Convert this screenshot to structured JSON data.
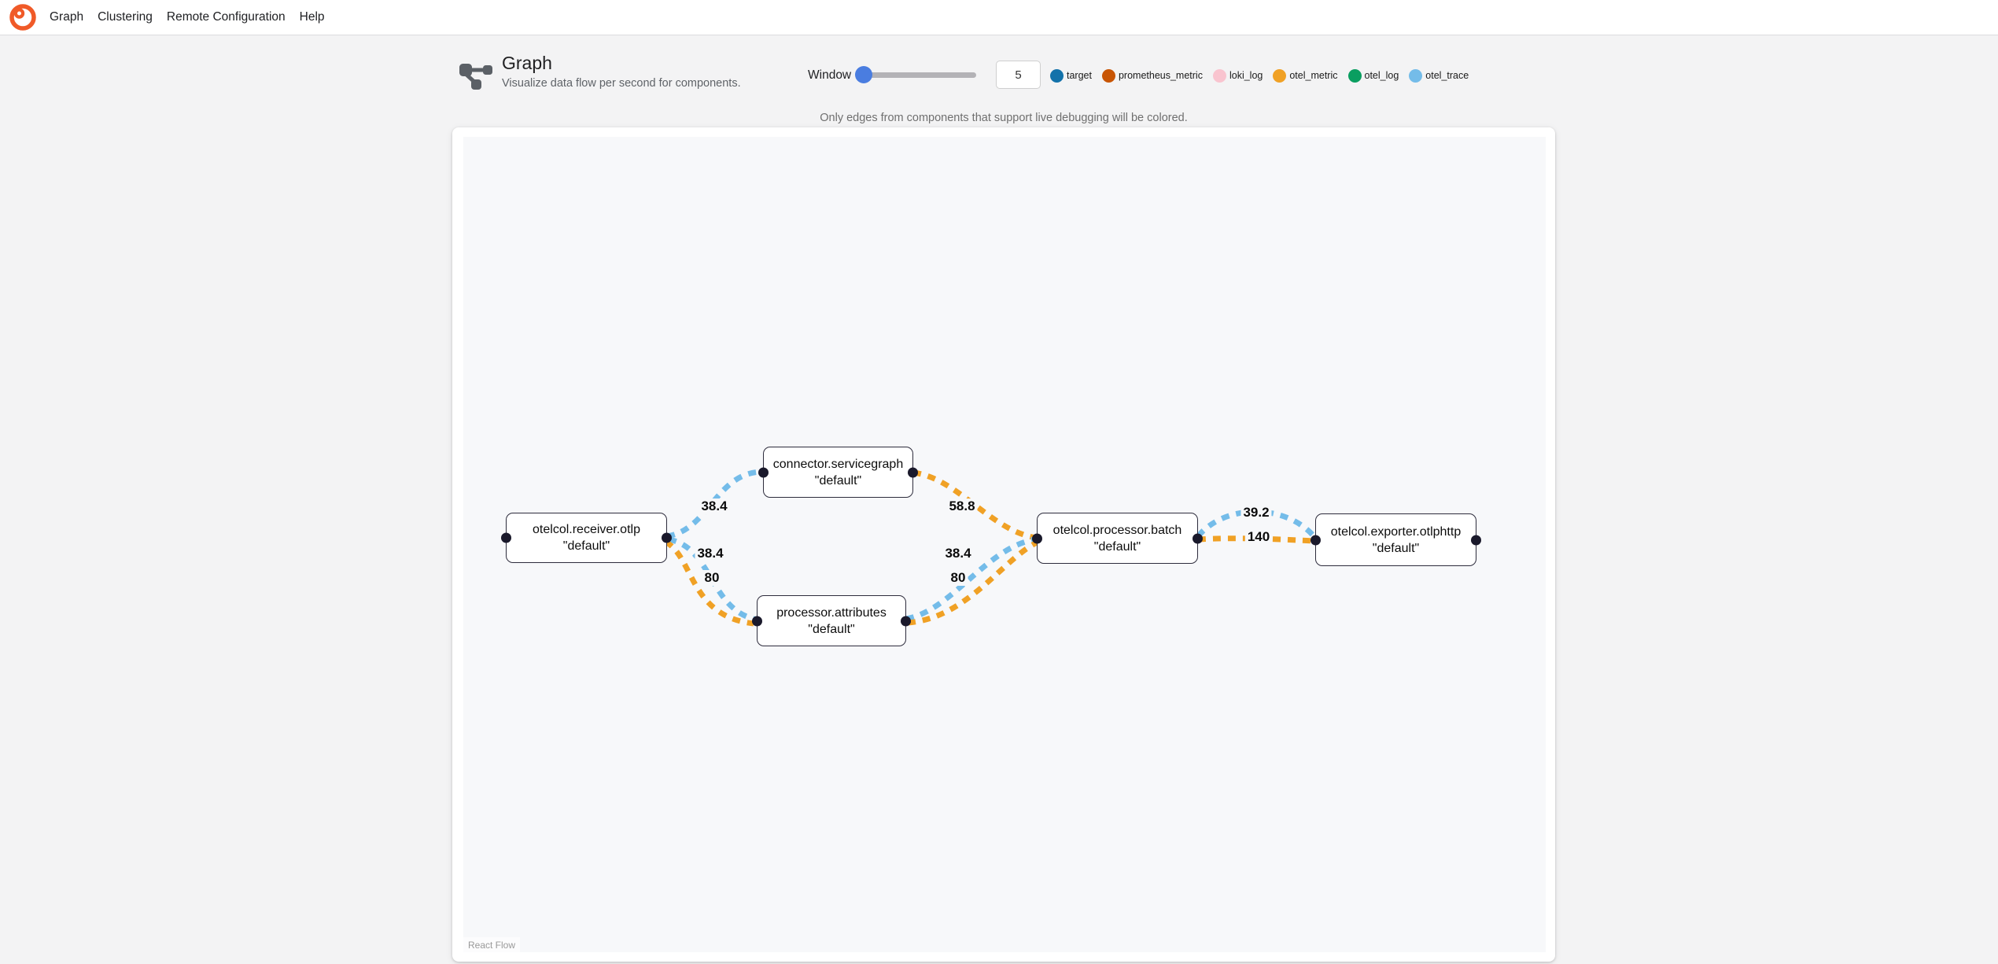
{
  "menubar": {
    "items": [
      {
        "label": "Graph"
      },
      {
        "label": "Clustering"
      },
      {
        "label": "Remote Configuration"
      },
      {
        "label": "Help"
      }
    ]
  },
  "header": {
    "title": "Graph",
    "subtitle": "Visualize data flow per second for components."
  },
  "controls": {
    "window_label": "Window",
    "window_value": "5"
  },
  "legend": {
    "items": [
      {
        "label": "target",
        "color": "#1372aa"
      },
      {
        "label": "prometheus_metric",
        "color": "#c85504"
      },
      {
        "label": "loki_log",
        "color": "#f9c4cf"
      },
      {
        "label": "otel_metric",
        "color": "#f0a125"
      },
      {
        "label": "otel_log",
        "color": "#0a9e60"
      },
      {
        "label": "otel_trace",
        "color": "#74bce9"
      }
    ]
  },
  "note": "Only edges from components that support live debugging will be colored.",
  "graph": {
    "nodes": [
      {
        "name": "otelcol.receiver.otlp",
        "instance": "\"default\""
      },
      {
        "name": "connector.servicegraph",
        "instance": "\"default\""
      },
      {
        "name": "processor.attributes",
        "instance": "\"default\""
      },
      {
        "name": "otelcol.processor.batch",
        "instance": "\"default\""
      },
      {
        "name": "otelcol.exporter.otlphttp",
        "instance": "\"default\""
      }
    ],
    "edges": [
      {
        "from": "otelcol.receiver.otlp",
        "to": "connector.servicegraph",
        "signal": "otel_trace",
        "rate": "38.4"
      },
      {
        "from": "otelcol.receiver.otlp",
        "to": "processor.attributes",
        "signal": "otel_trace",
        "rate": "38.4"
      },
      {
        "from": "otelcol.receiver.otlp",
        "to": "processor.attributes",
        "signal": "otel_metric",
        "rate": "80"
      },
      {
        "from": "connector.servicegraph",
        "to": "otelcol.processor.batch",
        "signal": "otel_metric",
        "rate": "58.8"
      },
      {
        "from": "processor.attributes",
        "to": "otelcol.processor.batch",
        "signal": "otel_trace",
        "rate": "38.4"
      },
      {
        "from": "processor.attributes",
        "to": "otelcol.processor.batch",
        "signal": "otel_metric",
        "rate": "80"
      },
      {
        "from": "otelcol.processor.batch",
        "to": "otelcol.exporter.otlphttp",
        "signal": "otel_trace",
        "rate": "39.2"
      },
      {
        "from": "otelcol.processor.batch",
        "to": "otelcol.exporter.otlphttp",
        "signal": "otel_metric",
        "rate": "140"
      }
    ]
  },
  "attribution": "React Flow"
}
